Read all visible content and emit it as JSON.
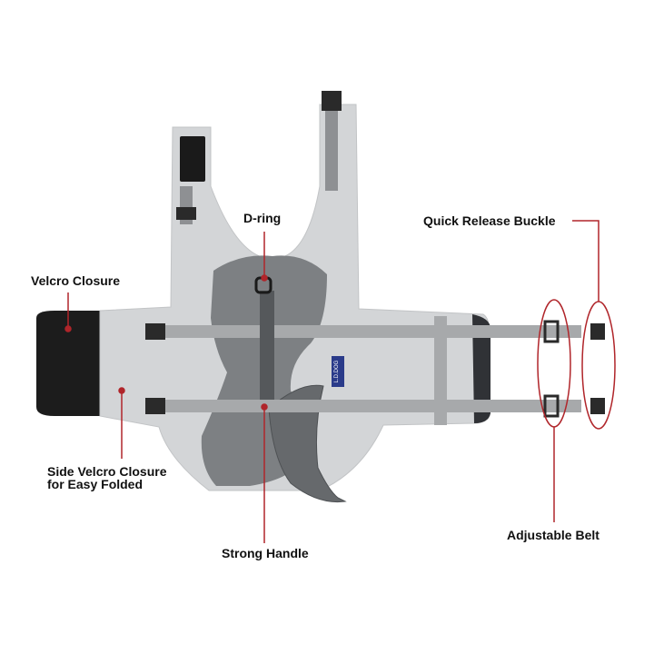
{
  "labels": {
    "d_ring": "D-ring",
    "velcro_closure": "Velcro Closure",
    "side_velcro_line1": "Side Velcro Closure",
    "side_velcro_line2": "for Easy Folded",
    "strong_handle": "Strong Handle",
    "quick_release_buckle": "Quick Release Buckle",
    "adjustable_belt": "Adjustable Belt"
  },
  "brand_tag": "L.D.DOG",
  "colors": {
    "callout": "#b0252a",
    "vest_light": "#d3d5d7",
    "vest_dark": "#7d8083",
    "strap": "#a7a9ab",
    "velcro_black": "#1c1c1c"
  }
}
